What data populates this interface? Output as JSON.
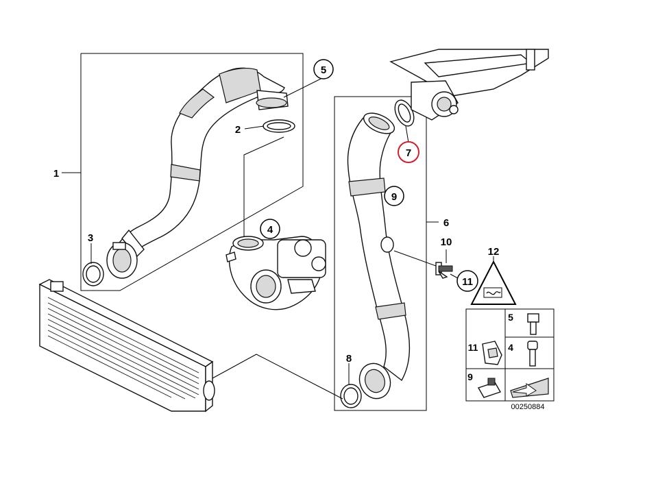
{
  "callouts": {
    "c1": "1",
    "c2": "2",
    "c3": "3",
    "c4": "4",
    "c5": "5",
    "c6": "6",
    "c7": "7",
    "c8": "8",
    "c9": "9",
    "c10": "10",
    "c11": "11",
    "c12": "12"
  },
  "legend": {
    "cell_5": "5",
    "cell_4": "4",
    "cell_11": "11",
    "cell_9": "9"
  },
  "diagram_id": "00250884",
  "colors": {
    "highlight": "#d21e2a",
    "line": "#000000",
    "shade": "#d9d9d9"
  }
}
